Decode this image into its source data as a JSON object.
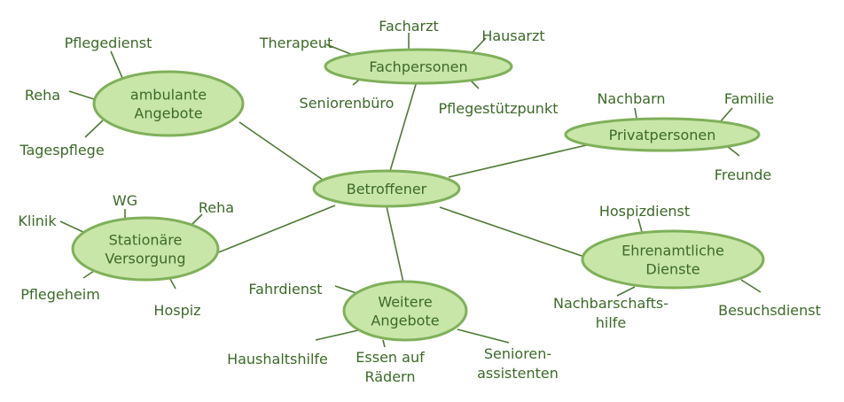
{
  "diagram": {
    "center": {
      "label": "Betroffener"
    },
    "hubs": {
      "ambulant": {
        "label": [
          "ambulante",
          "Angebote"
        ]
      },
      "fachpersonen": {
        "label": [
          "Fachpersonen"
        ]
      },
      "privatpersonen": {
        "label": [
          "Privatpersonen"
        ]
      },
      "stationaer": {
        "label": [
          "Stationäre",
          "Versorgung"
        ]
      },
      "weitere": {
        "label": [
          "Weitere",
          "Angebote"
        ]
      },
      "ehrenamtlich": {
        "label": [
          "Ehrenamtliche",
          "Dienste"
        ]
      }
    },
    "leaves": {
      "pflegedienst": [
        "Pflegedienst"
      ],
      "reha_amb": [
        "Reha"
      ],
      "tagespflege": [
        "Tagespflege"
      ],
      "therapeut": [
        "Therapeut"
      ],
      "facharzt": [
        "Facharzt"
      ],
      "hausarzt": [
        "Hausarzt"
      ],
      "seniorenbuero": [
        "Seniorenbüro"
      ],
      "pflegestuetzpunkt": [
        "Pflegestützpunkt"
      ],
      "nachbarn": [
        "Nachbarn"
      ],
      "familie": [
        "Familie"
      ],
      "freunde": [
        "Freunde"
      ],
      "wg": [
        "WG"
      ],
      "klinik": [
        "Klinik"
      ],
      "reha_stat": [
        "Reha"
      ],
      "pflegeheim": [
        "Pflegeheim"
      ],
      "hospiz": [
        "Hospiz"
      ],
      "fahrdienst": [
        "Fahrdienst"
      ],
      "haushaltshilfe": [
        "Haushaltshilfe"
      ],
      "essen": [
        "Essen auf",
        "Rädern"
      ],
      "senioren": [
        "Senioren-",
        "assistenten"
      ],
      "hospizdienst": [
        "Hospizdienst"
      ],
      "nachbarschaftshilfe": [
        "Nachbarschafts-",
        "hilfe"
      ],
      "besuchsdienst": [
        "Besuchsdienst"
      ]
    },
    "colors": {
      "fill": "#c8e6a8",
      "stroke": "#7fb05a",
      "line": "#4d7a35",
      "text": "#3c6a28"
    }
  }
}
